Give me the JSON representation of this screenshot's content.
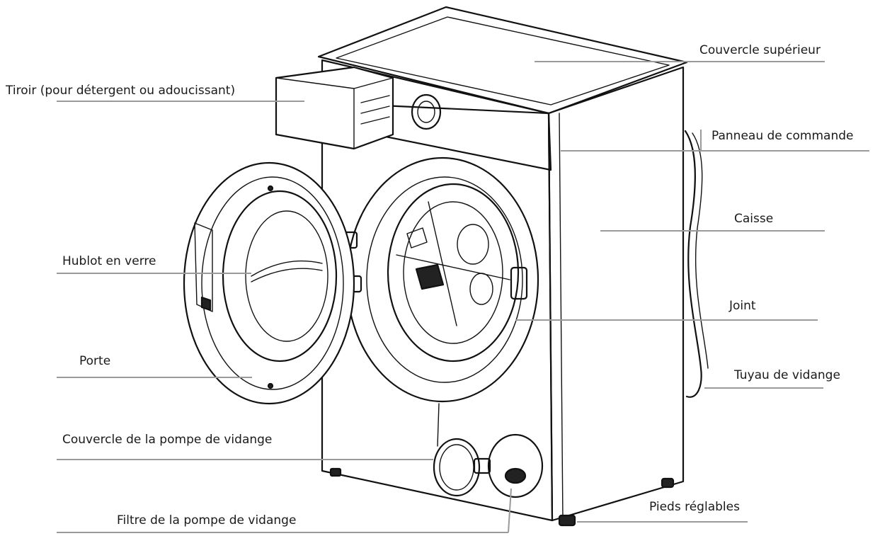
{
  "labels": {
    "couvercle_superieur": "Couvercle supérieur",
    "tiroir": "Tiroir (pour détergent ou adoucissant)",
    "panneau_de_commande": "Panneau de commande",
    "caisse": "Caisse",
    "hublot_en_verre": "Hublot en verre",
    "joint": "Joint",
    "porte": "Porte",
    "tuyau_de_vidange": "Tuyau de vidange",
    "couvercle_pompe": "Couvercle de la pompe de vidange",
    "pieds_reglables": "Pieds réglables",
    "filtre_pompe": "Filtre de la pompe de vidange"
  },
  "icons": {
    "appliance": "washing-machine-illustration"
  }
}
